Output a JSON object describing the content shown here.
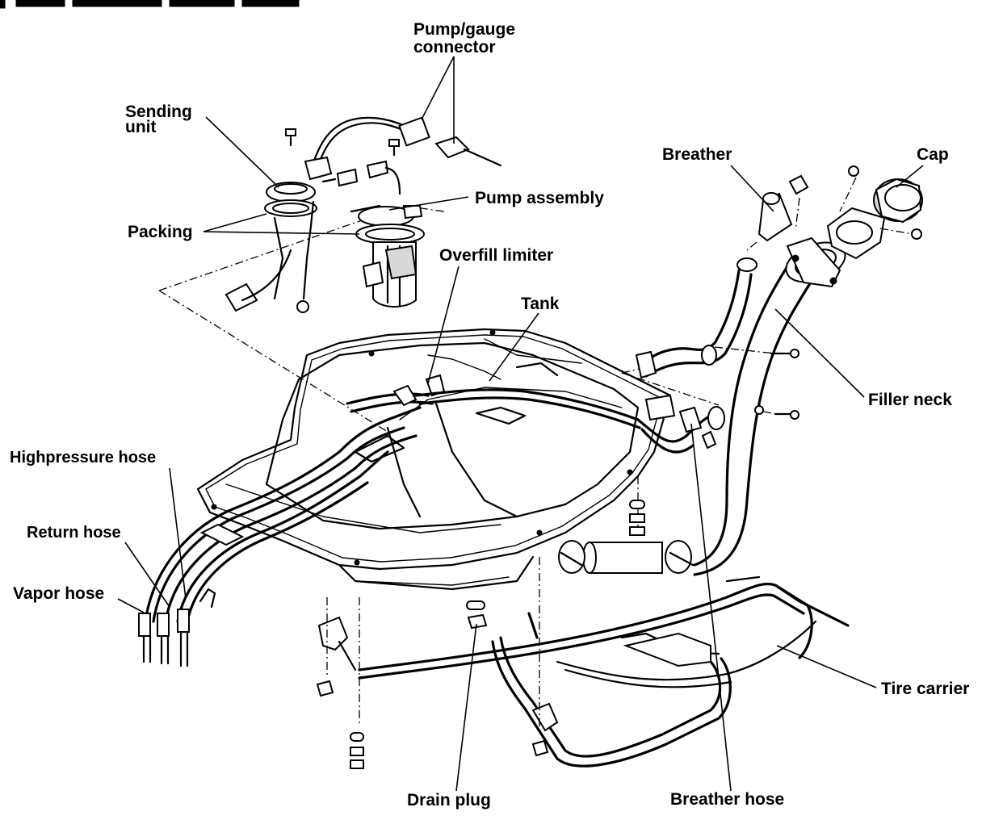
{
  "labels": {
    "pump_gauge_connector": [
      "Pump/gauge",
      "connector"
    ],
    "sending_unit": [
      "Sending",
      "unit"
    ],
    "pump_assembly": "Pump assembly",
    "packing": "Packing",
    "overfill_limiter": "Overfill limiter",
    "tank": "Tank",
    "breather": "Breather",
    "cap": "Cap",
    "filler_neck": "Filler neck",
    "high_pressure_hose": "Highpressure hose",
    "return_hose": "Return hose",
    "vapor_hose": "Vapor hose",
    "tire_carrier": "Tire carrier",
    "drain_plug": "Drain plug",
    "breather_hose": "Breather hose"
  }
}
